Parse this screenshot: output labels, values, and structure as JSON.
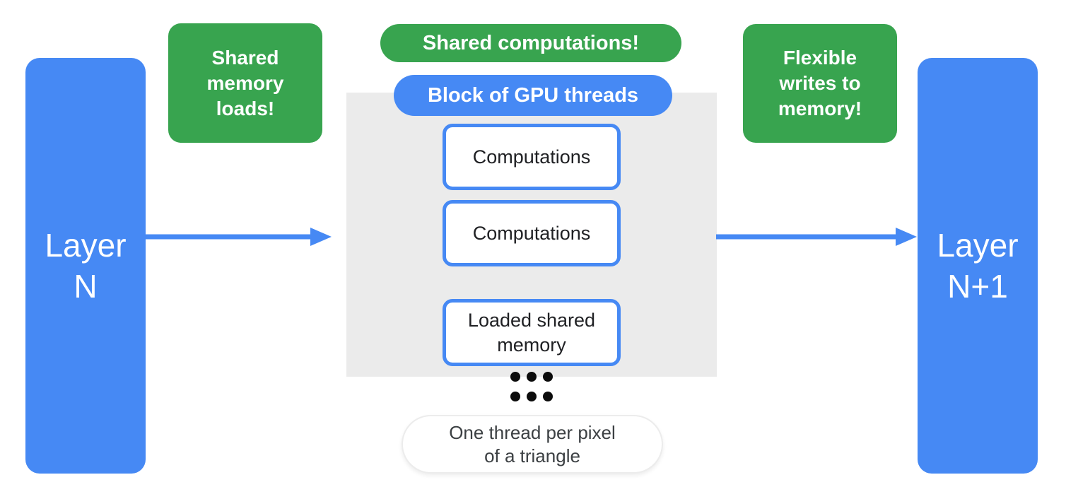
{
  "colors": {
    "blue": "#4689f4",
    "green": "#38a44f",
    "gray": "#ebebeb",
    "text-dark": "#202124",
    "footnote-text": "#3c4043"
  },
  "layers": {
    "left": {
      "lines": [
        "Layer",
        "N"
      ]
    },
    "right": {
      "lines": [
        "Layer",
        "N+1"
      ]
    }
  },
  "annotations": {
    "shared_memory_loads": {
      "lines": [
        "Shared",
        "memory",
        "loads!"
      ]
    },
    "flexible_writes": {
      "lines": [
        "Flexible",
        "writes to",
        "memory!"
      ]
    },
    "shared_computations": "Shared computations!"
  },
  "thread_block": {
    "title": "Block of GPU threads",
    "items": [
      {
        "label": "Computations"
      },
      {
        "label": "Computations"
      },
      {
        "lines": [
          "Loaded shared",
          "memory"
        ]
      }
    ]
  },
  "footnote": {
    "lines": [
      "One thread per pixel",
      "of a triangle"
    ]
  }
}
